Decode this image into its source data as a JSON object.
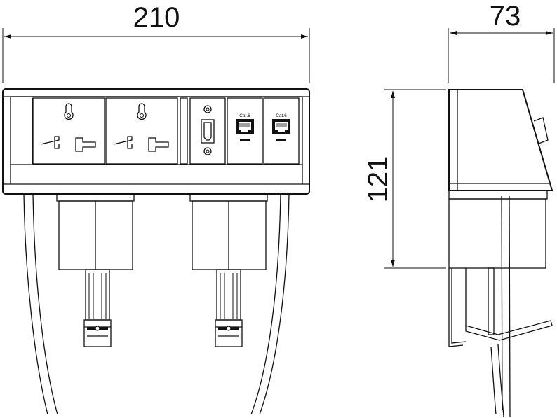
{
  "dimensions": {
    "width": "210",
    "depth": "73",
    "height": "121"
  },
  "ports": {
    "cat_label": "Cat.6"
  }
}
